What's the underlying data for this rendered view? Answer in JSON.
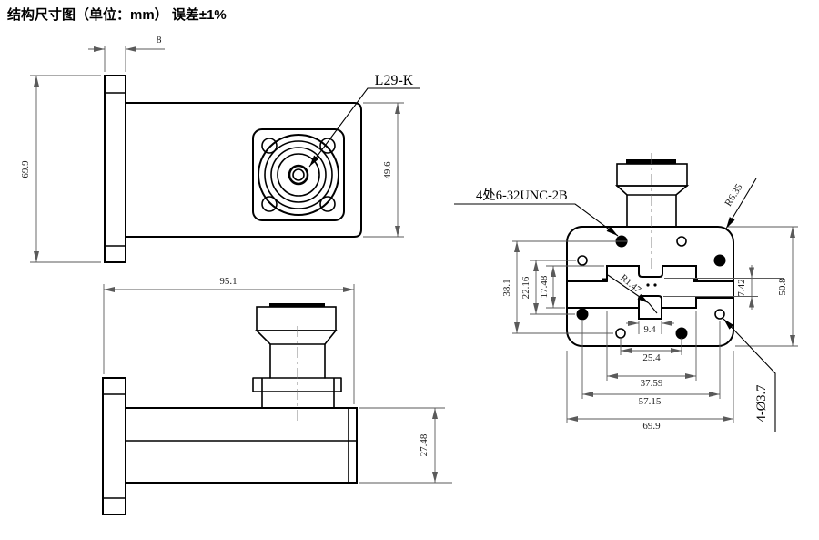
{
  "title": "结构尺寸图（单位：mm） 误差±1%",
  "colors": {
    "line": "#000000",
    "dimension": "#5a5a5a",
    "background": "#ffffff"
  },
  "side_view": {
    "connector_label": "L29-K",
    "dim_flange_thickness": "8",
    "dim_flange_height": "69.9",
    "dim_body_height": "49.6"
  },
  "front_view": {
    "dim_overall_length": "95.1",
    "dim_body_height": "27.48"
  },
  "top_view": {
    "label_tapped_holes": "4处6-32UNC-2B",
    "label_corner_radius": "R6.35",
    "label_ridge_radius": "R1.47",
    "label_through_holes": "4-Ø3.7",
    "dim_mount_span_vertical": "38.1",
    "dim_hole_offset_vertical": "22.16",
    "dim_boss_height": "17.48",
    "dim_ridge_gap": "7.42",
    "dim_body_width": "50.8",
    "dim_slot_width": "9.4",
    "dim_hole_pitch_horizontal": "25.4",
    "dim_boss_width": "37.59",
    "dim_mount_span_horizontal": "57.15",
    "dim_body_length": "69.9"
  }
}
